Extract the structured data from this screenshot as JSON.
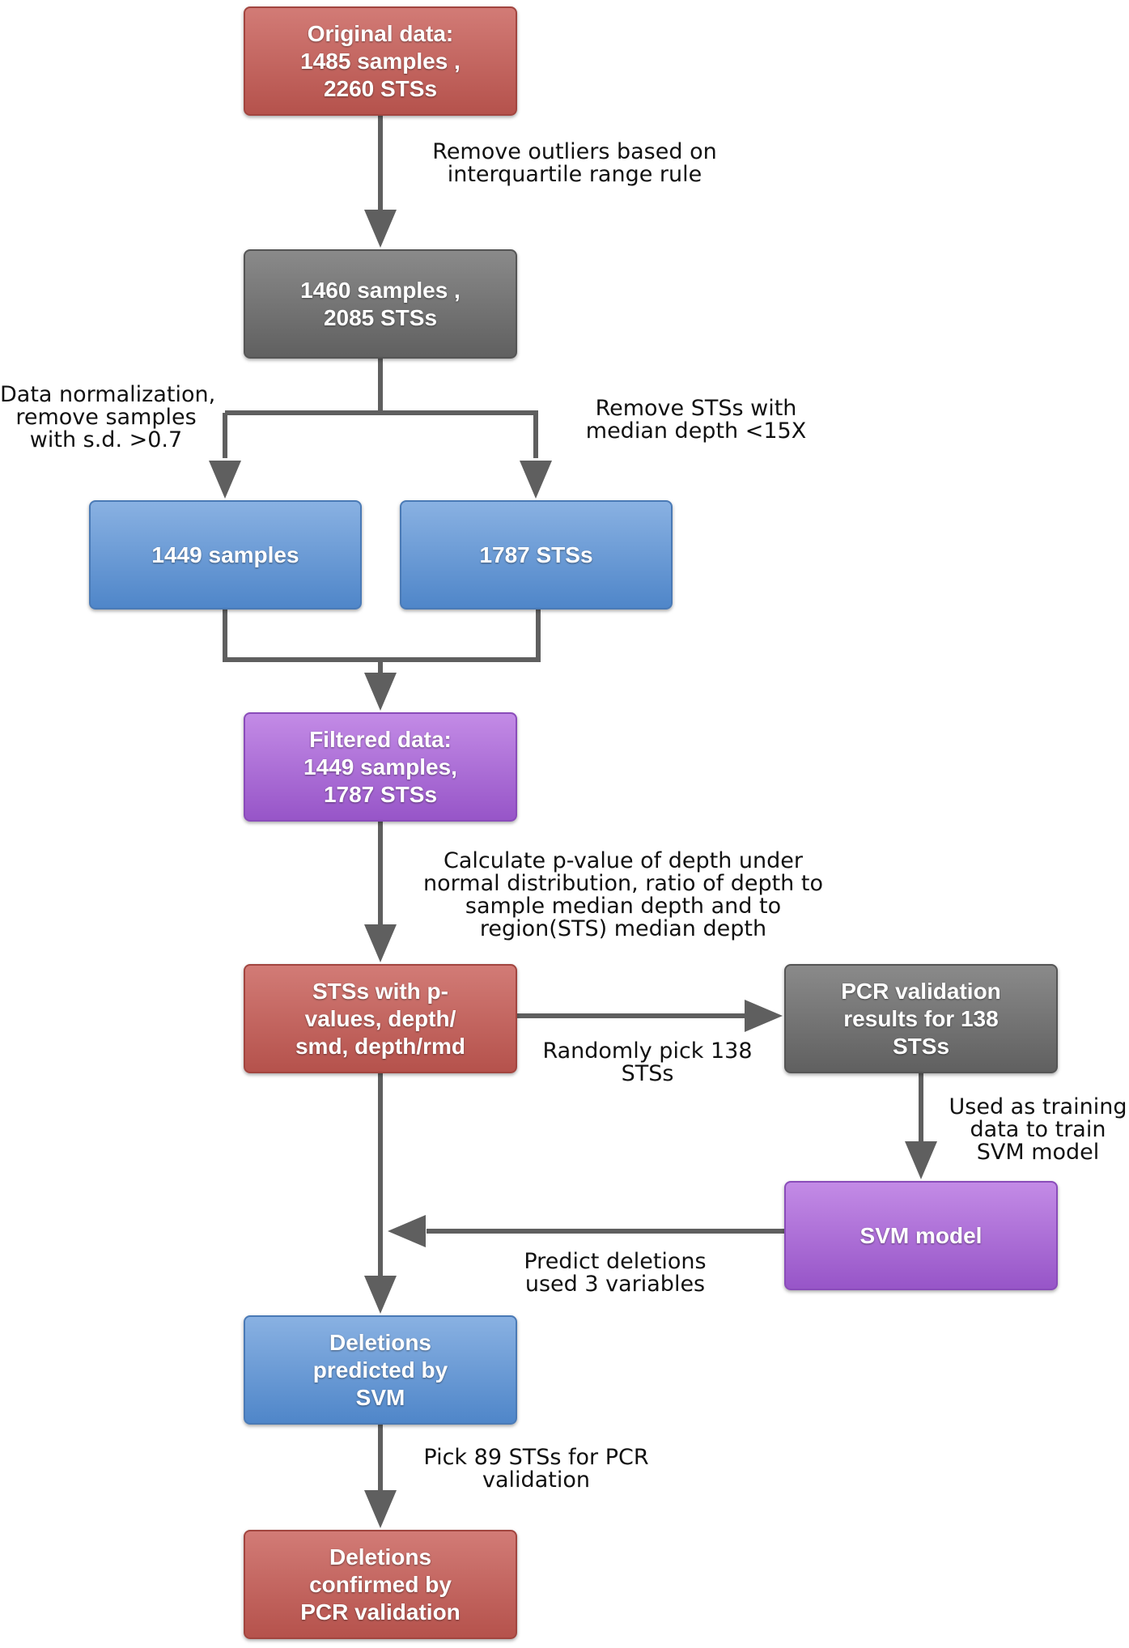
{
  "nodes": {
    "original": {
      "lines": [
        "Original data:",
        "1485 samples ,",
        "2260 STSs"
      ],
      "color": "#c4625c"
    },
    "after_outliers": {
      "lines": [
        "1460 samples ,",
        "2085 STSs"
      ],
      "color": "#707070"
    },
    "samples": {
      "lines": [
        "1449 samples"
      ],
      "color": "#6a9bd6"
    },
    "stss": {
      "lines": [
        "1787 STSs"
      ],
      "color": "#6a9bd6"
    },
    "filtered": {
      "lines": [
        "Filtered data:",
        "1449 samples,",
        "1787 STSs"
      ],
      "color": "#ab6cd6"
    },
    "pvalues": {
      "lines": [
        "STSs with p-",
        "values, depth/",
        "smd, depth/rmd"
      ],
      "color": "#c4625c"
    },
    "pcr_validation": {
      "lines": [
        "PCR validation",
        "results for 138",
        "STSs"
      ],
      "color": "#707070"
    },
    "svm_model": {
      "lines": [
        "SVM model"
      ],
      "color": "#ab6cd6"
    },
    "predicted": {
      "lines": [
        "Deletions",
        "predicted by",
        "SVM"
      ],
      "color": "#6a9bd6"
    },
    "confirmed": {
      "lines": [
        "Deletions",
        "confirmed by",
        "PCR validation"
      ],
      "color": "#c4625c"
    }
  },
  "edge_labels": {
    "remove_outliers": [
      "Remove outliers based on",
      "interquartile range rule"
    ],
    "normalization": [
      "Data normalization,",
      "remove samples",
      "with s.d. >0.7"
    ],
    "remove_stss": [
      "Remove STSs with",
      "median depth <15X"
    ],
    "calculate": [
      "Calculate p-value of depth under",
      "normal distribution, ratio of depth to",
      "sample median depth and to",
      "region(STS) median depth"
    ],
    "random_pick": [
      "Randomly pick 138",
      "STSs"
    ],
    "training": [
      "Used as training",
      "data to train",
      "SVM model"
    ],
    "predict": [
      "Predict deletions",
      "used 3 variables"
    ],
    "pick_89": [
      "Pick 89 STSs for PCR",
      "validation"
    ]
  },
  "arrow_color": "#5f5f5f"
}
